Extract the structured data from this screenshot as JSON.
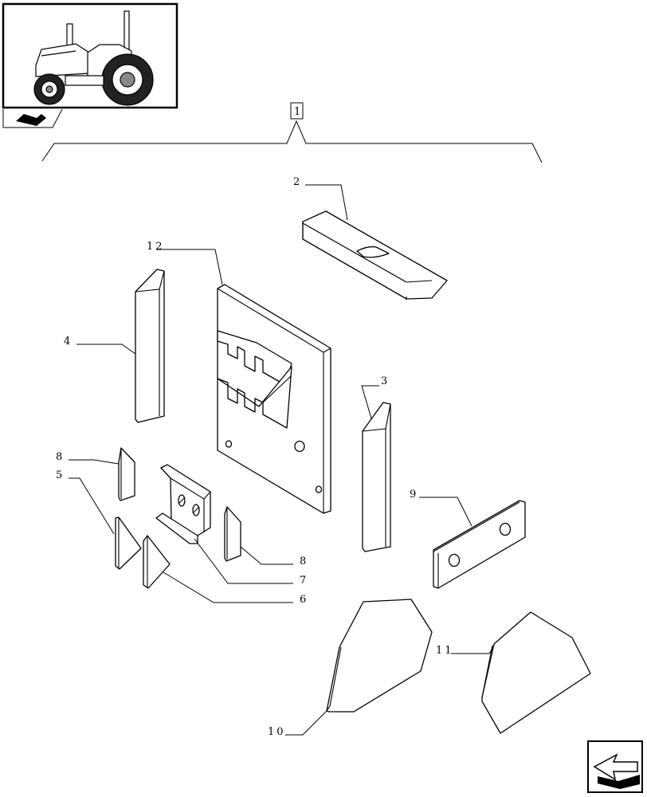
{
  "assembly_label": "1",
  "callouts": {
    "c2": "2",
    "c3": "3",
    "c4": "4",
    "c5": "5",
    "c6": "6",
    "c7": "7",
    "c8a": "8",
    "c8b": "8",
    "c9": "9",
    "c10": "10",
    "c11": "11",
    "c12": "12"
  },
  "icons": {
    "thumbnail": "tractor-thumbnail-icon",
    "book": "book-icon",
    "nav": "previous-page-arrow-icon"
  }
}
